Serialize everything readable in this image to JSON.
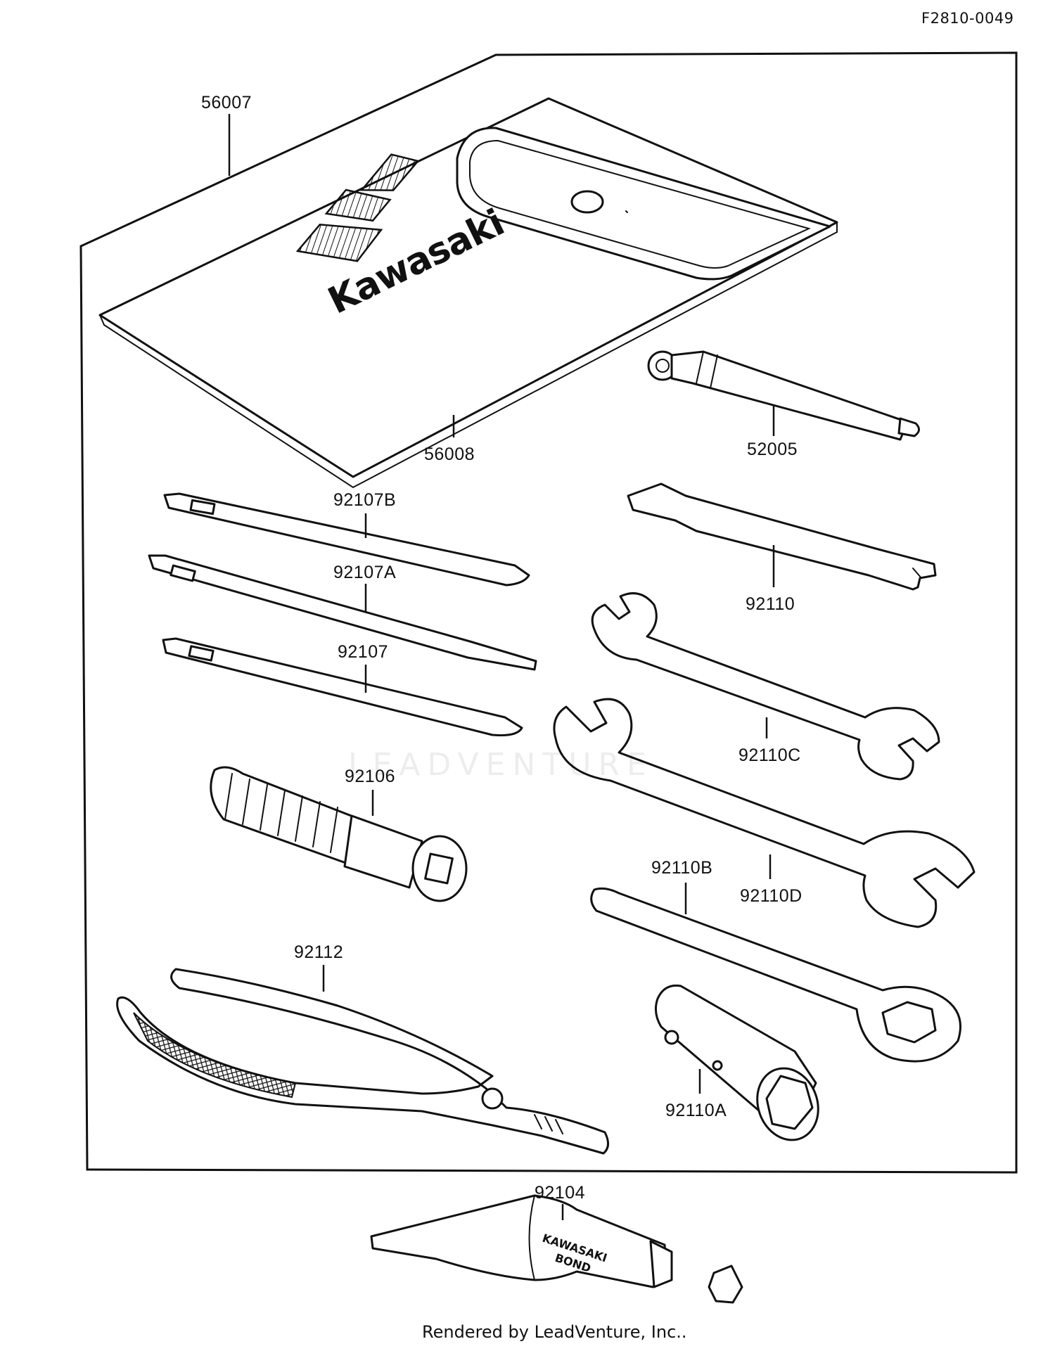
{
  "reference": "F2810-0049",
  "footer": "Rendered by LeadVenture, Inc..",
  "watermark": "LEADVENTURE",
  "logo": {
    "brand": "Kawasaki"
  },
  "tube_label": [
    "KAWASAKI",
    "BOND"
  ],
  "parts": [
    {
      "id": "56007"
    },
    {
      "id": "56008"
    },
    {
      "id": "52005"
    },
    {
      "id": "92107B"
    },
    {
      "id": "92107A"
    },
    {
      "id": "92107"
    },
    {
      "id": "92110"
    },
    {
      "id": "92110C"
    },
    {
      "id": "92106"
    },
    {
      "id": "92110D"
    },
    {
      "id": "92110B"
    },
    {
      "id": "92112"
    },
    {
      "id": "92110A"
    },
    {
      "id": "92104"
    }
  ]
}
